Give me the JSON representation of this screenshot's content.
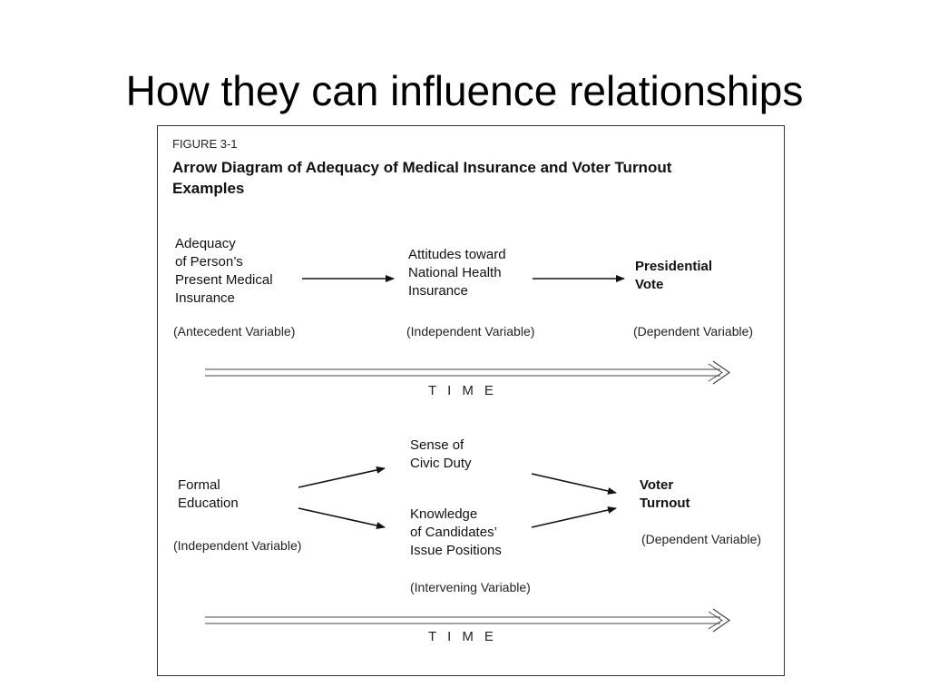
{
  "slide": {
    "title": "How they can influence relationships"
  },
  "figure": {
    "label": "FIGURE 3-1",
    "caption": "Arrow Diagram of Adequacy of Medical Insurance and Voter Turnout Examples",
    "example1": {
      "antecedent": "Adequacy\nof Person’s\nPresent Medical\nInsurance",
      "antecedent_role": "(Antecedent Variable)",
      "independent": "Attitudes toward\nNational Health\nInsurance",
      "independent_role": "(Independent Variable)",
      "dependent": "Presidential\nVote",
      "dependent_role": "(Dependent Variable)",
      "time_label": "TIME"
    },
    "example2": {
      "independent": "Formal\nEducation",
      "independent_role": "(Independent Variable)",
      "intervening_1": "Sense of\nCivic Duty",
      "intervening_2": "Knowledge\nof Candidates’\nIssue Positions",
      "intervening_role": "(Intervening Variable)",
      "dependent": "Voter\nTurnout",
      "dependent_role": "(Dependent Variable)",
      "time_label": "TIME"
    }
  }
}
